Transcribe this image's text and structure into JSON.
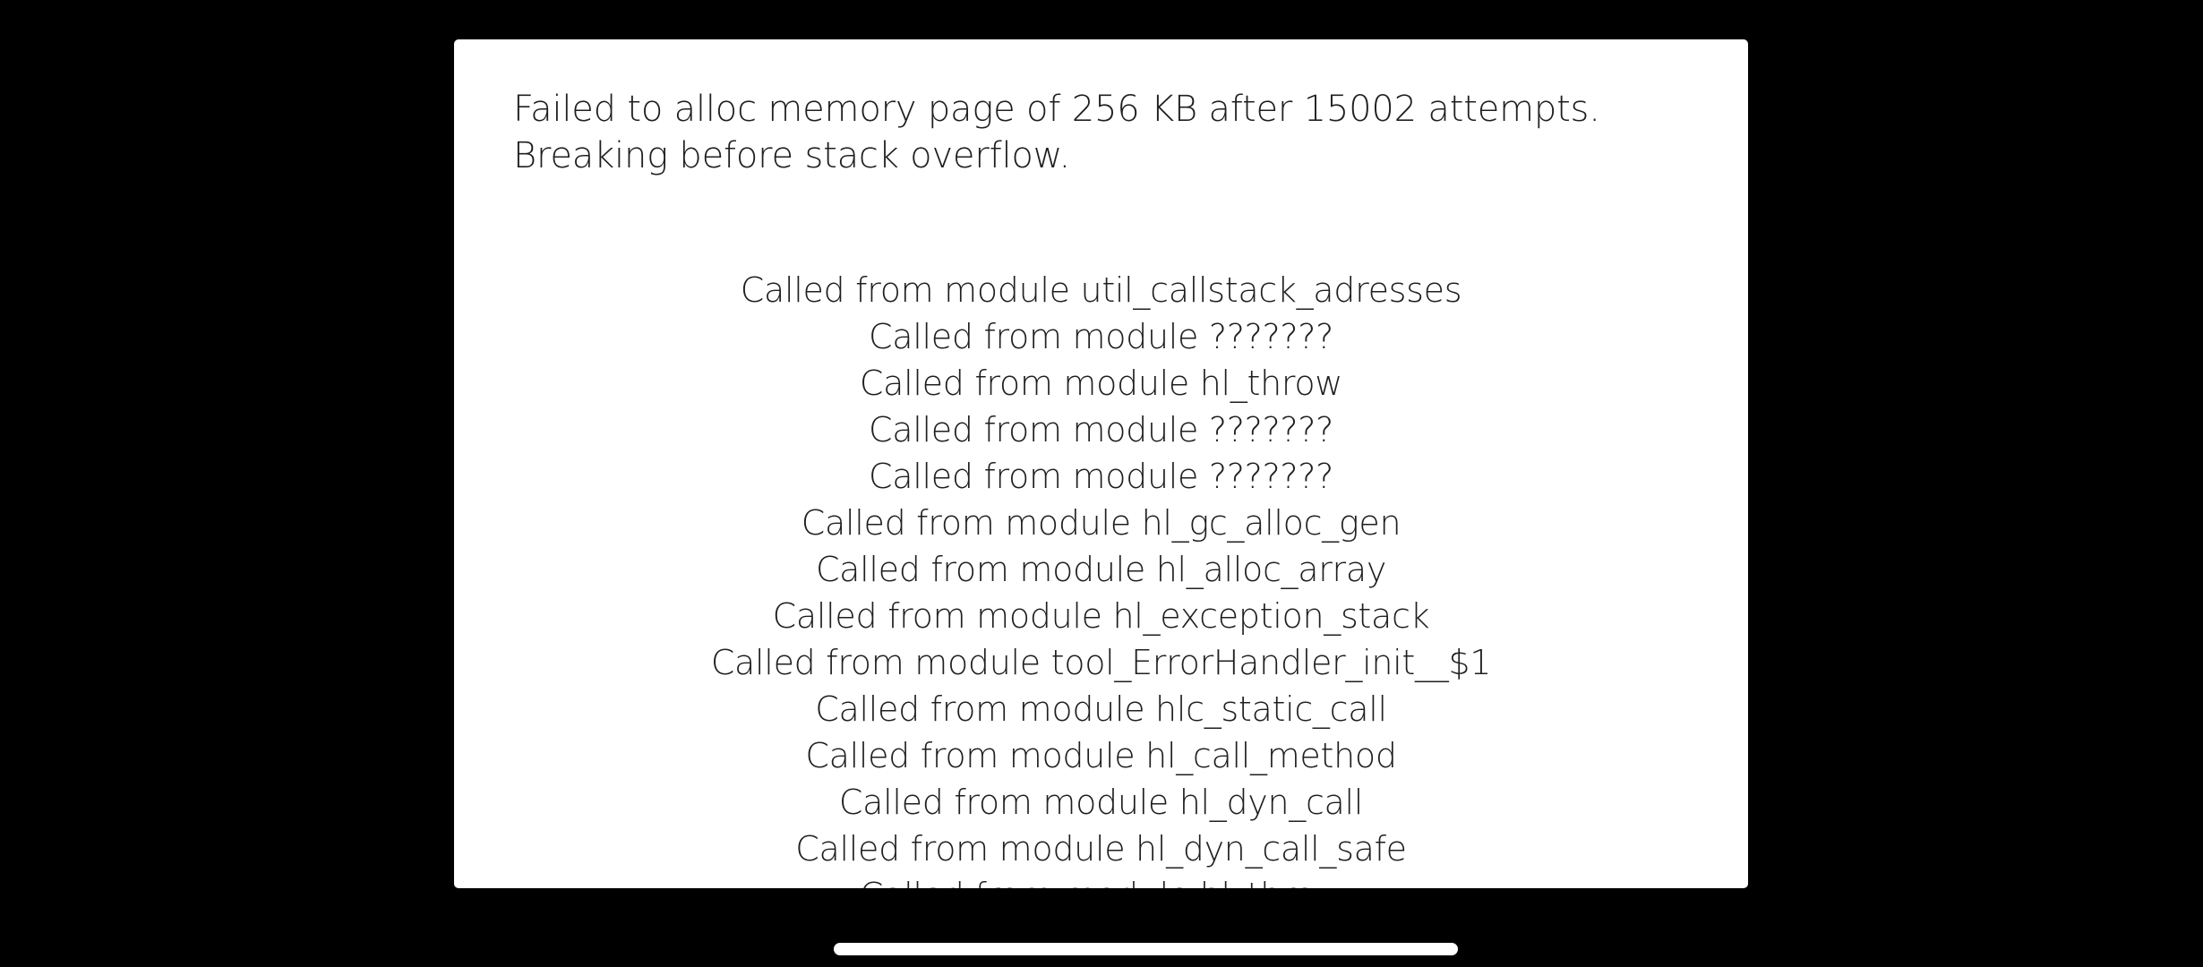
{
  "dialog": {
    "message": "Failed to alloc memory page of 256 KB after 15002 attempts. Breaking before stack overflow.",
    "callstack": [
      "Called from module util_callstack_adresses",
      "Called from module ???????",
      "Called from module hl_throw",
      "Called from module ???????",
      "Called from module ???????",
      "Called from module hl_gc_alloc_gen",
      "Called from module hl_alloc_array",
      "Called from module hl_exception_stack",
      "Called from module tool_ErrorHandler_init__$1",
      "Called from module hlc_static_call",
      "Called from module hl_call_method",
      "Called from module hl_dyn_call",
      "Called from module hl_dyn_call_safe",
      "Called from module hl_throw"
    ]
  },
  "colors": {
    "screen_background": "#000000",
    "dialog_background": "#ffffff",
    "text": "#1f1f1f",
    "home_indicator": "#ffffff"
  }
}
